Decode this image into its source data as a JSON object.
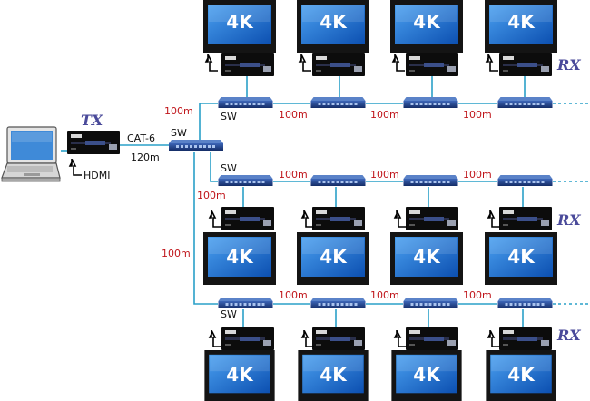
{
  "labels": {
    "tx": "TX",
    "rx": "RX",
    "sw": "SW",
    "cat6": "CAT-6",
    "len120": "120m",
    "hdmi": "HDMI",
    "d100": "100m",
    "tv4k": "4K",
    "hdmi_badge": "HDMI"
  },
  "colors": {
    "cable": "#2aa0c8",
    "distance": "#c0161b",
    "rx_label": "#4a4a9a",
    "screen": "#1a6fd0",
    "switch": "#1e3f88"
  },
  "icons": [
    "laptop-icon",
    "network-switch-icon",
    "hdmi-extender-icon",
    "tv-4k-icon",
    "hdmi-cable-icon"
  ]
}
